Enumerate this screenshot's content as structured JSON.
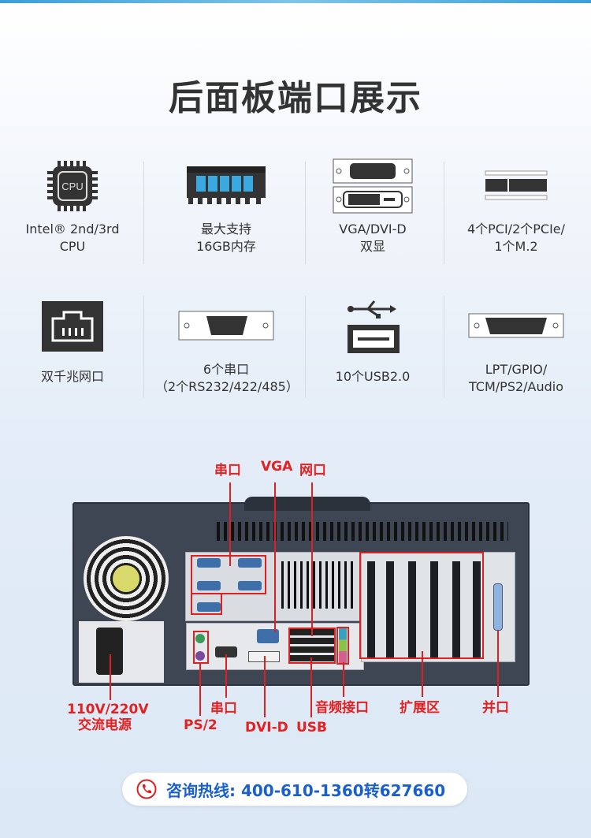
{
  "title": "后面板端口展示",
  "features": [
    {
      "icon": "cpu-icon",
      "line1": "Intel® 2nd/3rd",
      "line2": "CPU"
    },
    {
      "icon": "memory-icon",
      "line1": "最大支持",
      "line2": "16GB内存"
    },
    {
      "icon": "vga-dvi-icon",
      "line1": "VGA/DVI-D",
      "line2": "双显"
    },
    {
      "icon": "expansion-slot-icon",
      "line1": "4个PCI/2个PCIe/",
      "line2": "1个M.2"
    },
    {
      "icon": "ethernet-icon",
      "line1": "双千兆网口",
      "line2": ""
    },
    {
      "icon": "serial-port-icon",
      "line1": "6个串口",
      "line2": "（2个RS232/422/485）"
    },
    {
      "icon": "usb-icon",
      "line1": "10个USB2.0",
      "line2": ""
    },
    {
      "icon": "parallel-port-icon",
      "line1": "LPT/GPIO/",
      "line2": "TCM/PS2/Audio"
    }
  ],
  "diagram": {
    "top_labels": {
      "serial": "串口",
      "vga": "VGA",
      "lan": "网口"
    },
    "bottom_labels": {
      "power_line1": "110V/220V",
      "power_line2": "交流电源",
      "ps2": "PS/2",
      "serial": "串口",
      "dvi": "DVI-D",
      "usb": "USB",
      "audio": "音频接口",
      "expansion": "扩展区",
      "parallel": "并口"
    }
  },
  "hotline": {
    "text": "咨询热线: 400-610-1360转627660",
    "icon": "phone-icon"
  },
  "colors": {
    "accent_red": "#e52020",
    "hotline_blue": "#1a5fd0"
  }
}
